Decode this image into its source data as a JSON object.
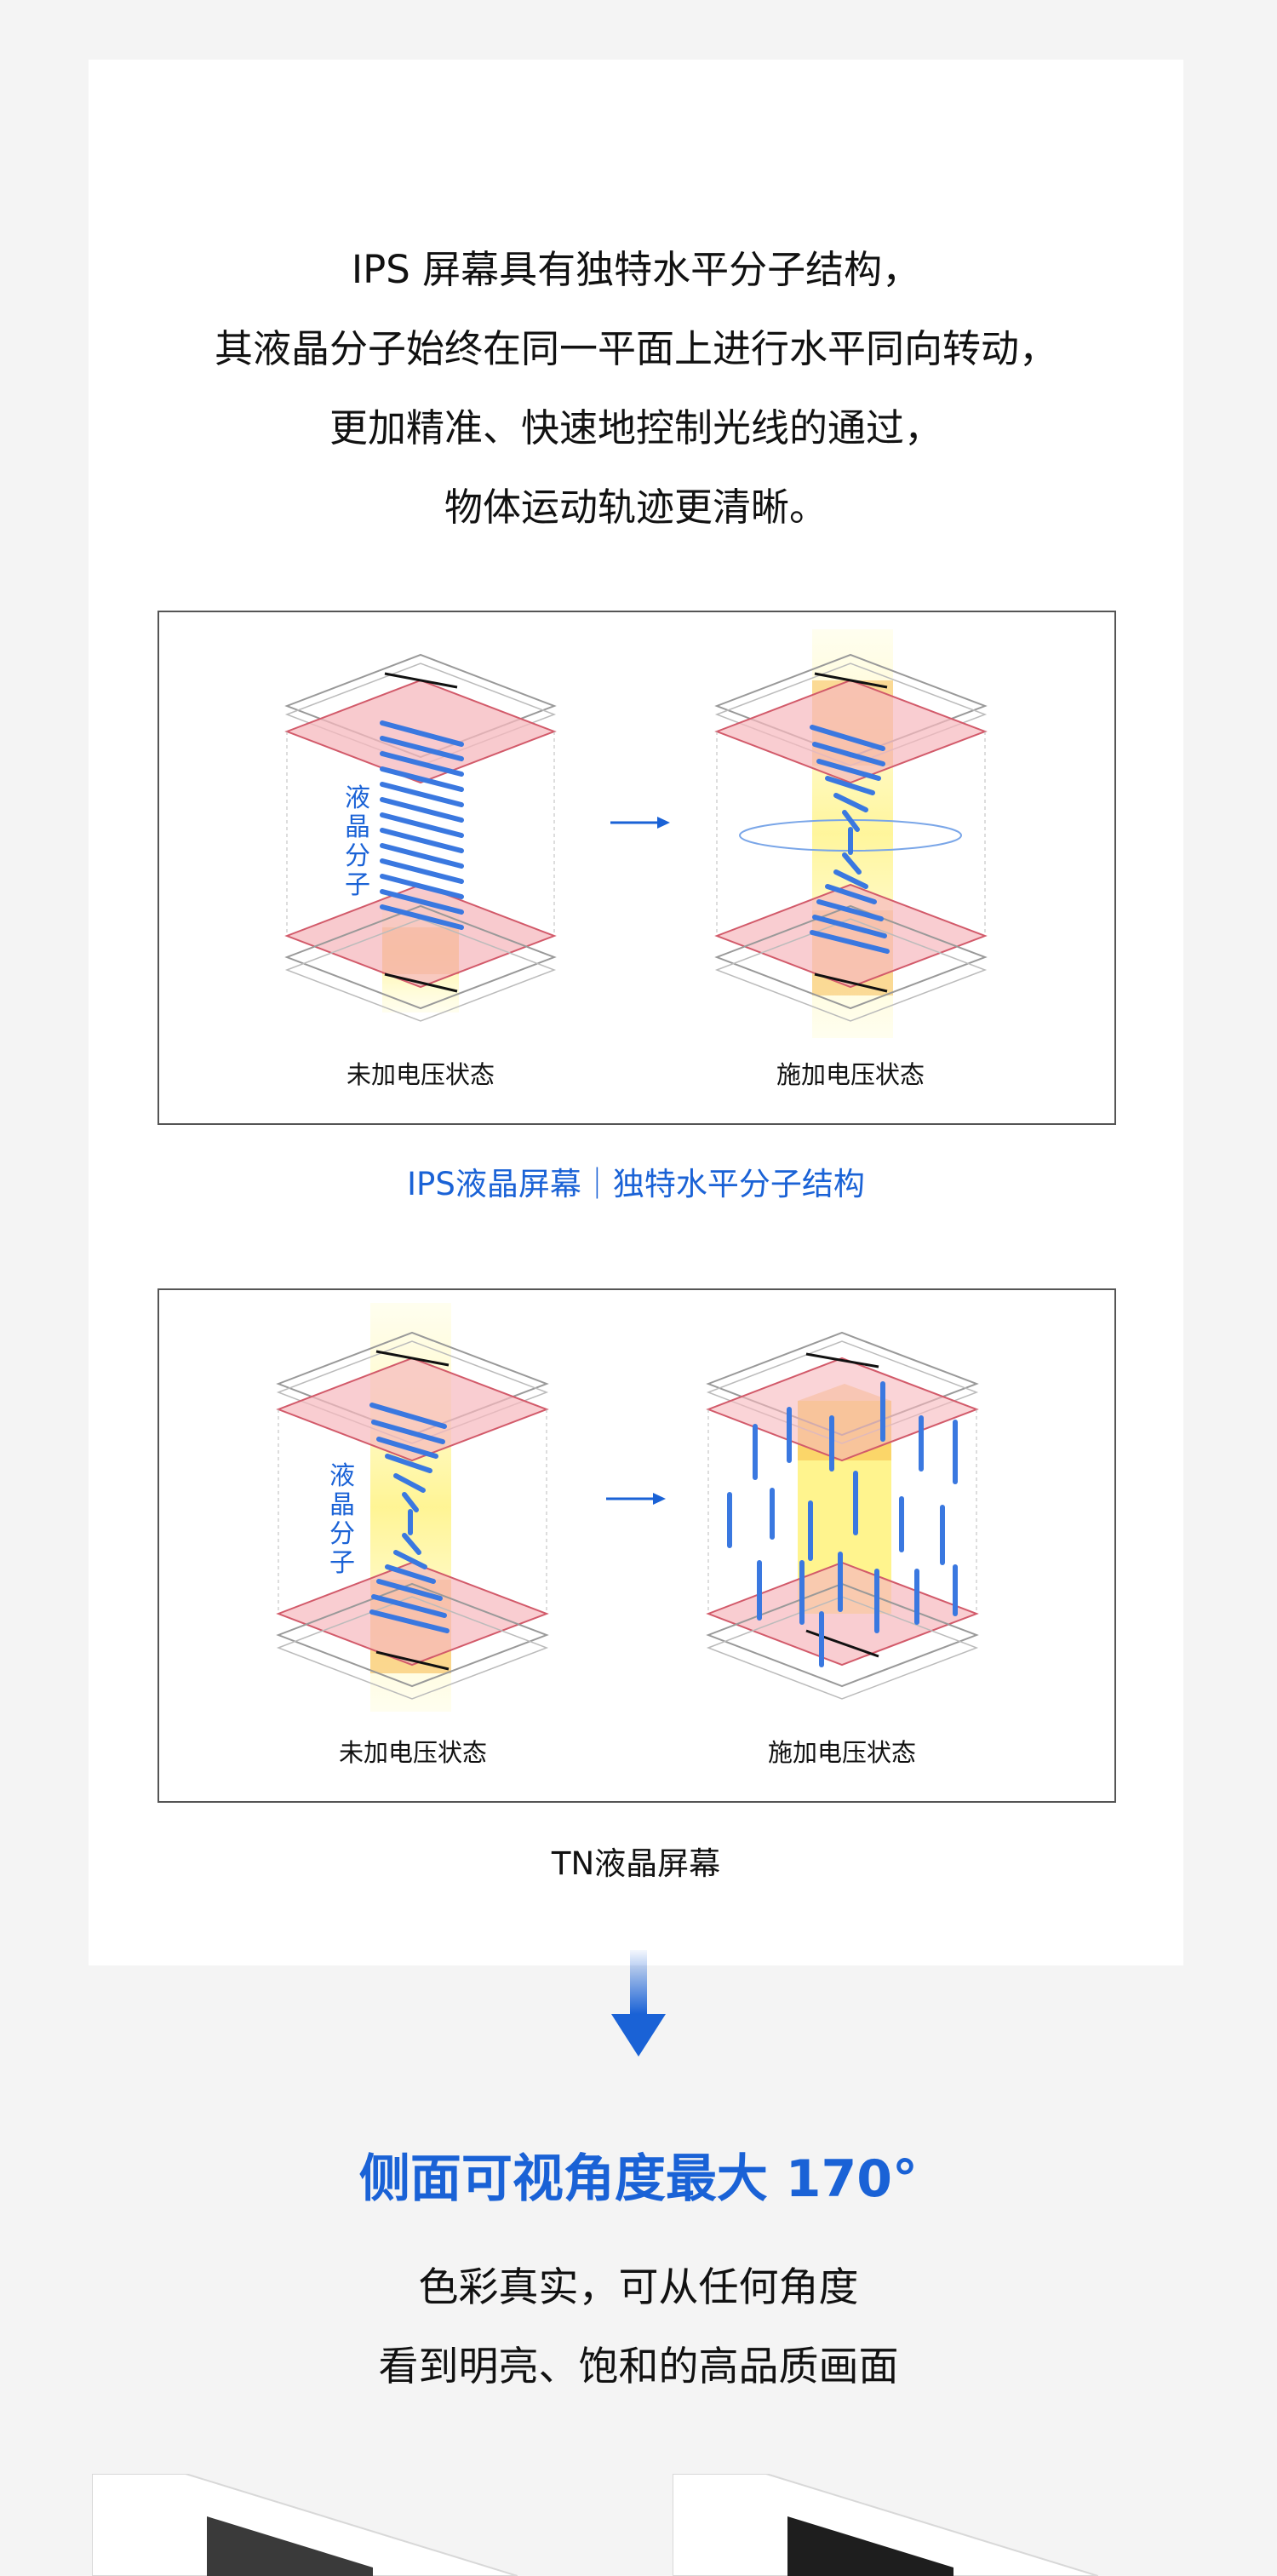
{
  "intro": {
    "lines": [
      "IPS 屏幕具有独特水平分子结构，",
      "其液晶分子始终在同一平面上进行水平同向转动，",
      "更加精准、快速地控制光线的通过，",
      "物体运动轨迹更清晰。"
    ]
  },
  "ips_diagram": {
    "molecule_label": "液晶分子",
    "left_state": "未加电压状态",
    "right_state": "施加电压状态",
    "caption": "IPS液晶屏幕｜独特水平分子结构"
  },
  "tn_diagram": {
    "molecule_label": "液晶分子",
    "left_state": "未加电压状态",
    "right_state": "施加电压状态",
    "caption": "TN液晶屏幕"
  },
  "viewing": {
    "headline": "侧面可视角度最大 170°",
    "line1": "色彩真实，可从任何角度",
    "line2": "看到明亮、饱和的高品质画面"
  },
  "colors": {
    "accent_blue": "#1a62d6",
    "molecule_blue": "#3a78e0",
    "filter_pink": "#f6b8bd",
    "light_yellow": "#fff27a",
    "light_orange": "#f7b23b"
  },
  "icons": [
    "arrow-right-icon",
    "arrow-down-icon"
  ]
}
